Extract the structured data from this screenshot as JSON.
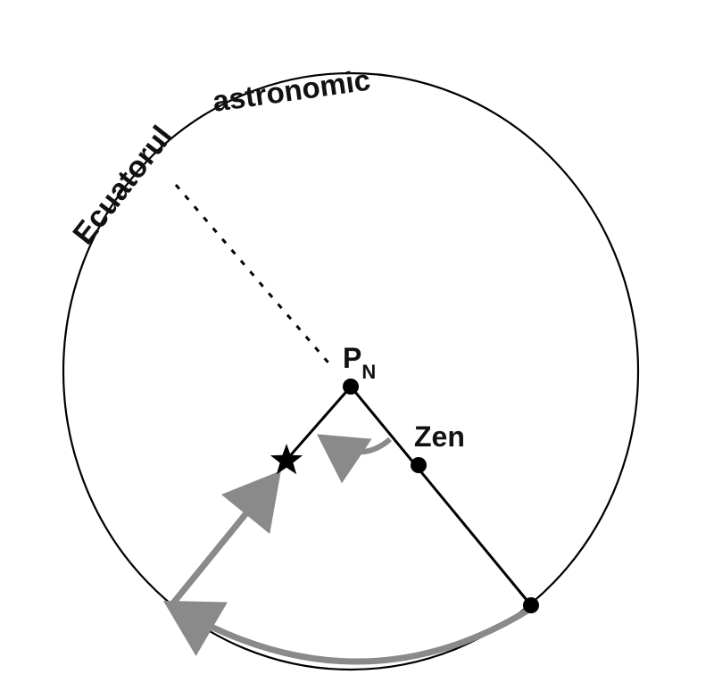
{
  "labels": {
    "equator_word1": "Ecuatorul",
    "equator_word2": "astronomic",
    "pole": "P",
    "pole_subscript": "N",
    "zenith": "Zen"
  },
  "colors": {
    "line": "#000000",
    "arrow": "#8a8a8a",
    "background": "#ffffff"
  },
  "icons": {
    "star": "star-icon"
  }
}
